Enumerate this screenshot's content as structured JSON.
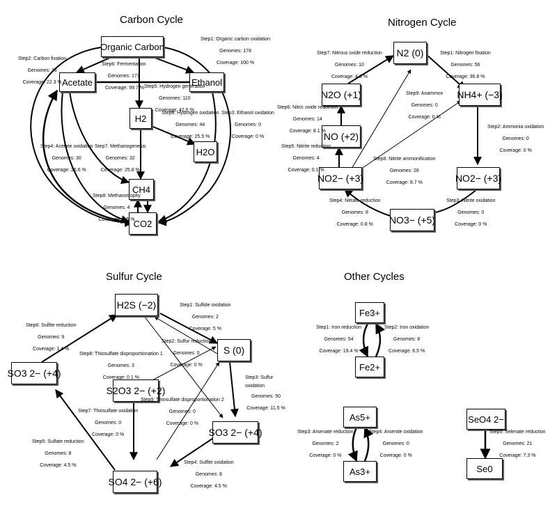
{
  "titles": {
    "carbon": "Carbon Cycle",
    "nitrogen": "Nitrogen Cycle",
    "sulfur": "Sulfur Cycle",
    "other": "Other Cycles"
  },
  "nodes": {
    "organic_carbon": "Organic Carbon",
    "acetate": "Acetate",
    "ethanol": "Ethanol",
    "h2": "H2",
    "h2o": "H2O",
    "ch4": "CH4",
    "co2": "CO2",
    "n2": "N2 (0)",
    "n2o": "N2O (+1)",
    "nh4": "NH4+ (−3)",
    "no": "NO (+2)",
    "no2_left": "NO2− (+3)",
    "no2_right": "NO2− (+3)",
    "no3": "NO3− (+5)",
    "h2s": "H2S (−2)",
    "s0": "S (0)",
    "so3_left": "SO3 2− (+4)",
    "s2o3": "S2O3 2− (+2)",
    "so3_right": "SO3 2− (+4)",
    "so4": "SO4 2− (+6)",
    "fe3": "Fe3+",
    "fe2": "Fe2+",
    "as5": "As5+",
    "as3": "As3+",
    "seo4": "SeO4 2−",
    "se0": "Se0"
  },
  "steps": {
    "c1": {
      "step": "Step1: Organic carbon oxidation",
      "genomes": "Genomes: 178",
      "coverage": "Coverage: 100 %"
    },
    "c2": {
      "step": "Step2: Carbon fixation",
      "genomes": "Genomes: 33",
      "coverage": "Coverage: 22.3 %"
    },
    "c6": {
      "step": "Step6: Fermentation",
      "genomes": "Genomes: 173",
      "coverage": "Coverage: 99.7 %"
    },
    "c5": {
      "step": "Step5: Hydrogen generation",
      "genomes": "Genomes: 110",
      "coverage": "Coverage: 42.5 %"
    },
    "c9": {
      "step": "Step9: Hydrogen oxidation",
      "genomes": "Genomes: 44",
      "coverage": "Coverage: 25.5 %"
    },
    "c3": {
      "step": "Step3: Ethanol oxidation",
      "genomes": "Genomes: 0",
      "coverage": "Coverage: 0 %"
    },
    "c4": {
      "step": "Step4: Acetate oxidation",
      "genomes": "Genomes: 30",
      "coverage": "Coverage: 26.6 %"
    },
    "c7": {
      "step": "Step7: Methanogenesis",
      "genomes": "Genomes: 32",
      "coverage": "Coverage: 25.8 %"
    },
    "c8": {
      "step": "Step8: Methanotrophy",
      "genomes": "Genomes: 4",
      "coverage": "Coverage: 0.5 %"
    },
    "n7": {
      "step": "Step7: Nitrous oxide reduction",
      "genomes": "Genomes: 10",
      "coverage": "Coverage: 4.3 %"
    },
    "n1": {
      "step": "Step1: Nitrogen fixation",
      "genomes": "Genomes: 56",
      "coverage": "Coverage: 36.8 %"
    },
    "n9": {
      "step": "Step9: Anammox",
      "genomes": "Genomes: 0",
      "coverage": "Coverage: 0 %"
    },
    "n6": {
      "step": "Step6: Nitric oxide reduction",
      "genomes": "Genomes: 14",
      "coverage": "Coverage: 8.1 %"
    },
    "n2": {
      "step": "Step2: Ammonia oxidation",
      "genomes": "Genomes: 0",
      "coverage": "Coverage: 0 %"
    },
    "n5": {
      "step": "Step5: Nitrite reduction",
      "genomes": "Genomes: 4",
      "coverage": "Coverage: 0.1 %"
    },
    "n8": {
      "step": "Step8: Nitrite ammonification",
      "genomes": "Genomes: 26",
      "coverage": "Coverage: 8.7 %"
    },
    "n4": {
      "step": "Step4: Nitrate reduction",
      "genomes": "Genomes: 8",
      "coverage": "Coverage: 0.8 %"
    },
    "n3": {
      "step": "Step3: Nitrite oxidation",
      "genomes": "Genomes: 0",
      "coverage": "Coverage: 0 %"
    },
    "s1": {
      "step": "Step1: Sulfide oxidation",
      "genomes": "Genomes: 2",
      "coverage": "Coverage: 5 %"
    },
    "s6": {
      "step": "Step6: Sulfite reduction",
      "genomes": "Genomes: 9",
      "coverage": "Coverage: 1.4 %"
    },
    "s2": {
      "step": "Step2: Sulfur reduction",
      "genomes": "Genomes: 0",
      "coverage": "Coverage: 0 %"
    },
    "s8": {
      "step": "Step8: Thiosulfate disproportionation 1",
      "genomes": "Genomes: 3",
      "coverage": "Coverage: 0.1 %"
    },
    "s3": {
      "step": "Step3: Sulfur oxidation",
      "genomes": "Genomes: 50",
      "coverage": "Coverage: 11.5 %"
    },
    "s9": {
      "step": "Step9: Thiosulfate disproportionation 2",
      "genomes": "Genomes: 0",
      "coverage": "Coverage: 0 %"
    },
    "s7": {
      "step": "Step7: Thiosulfate oxidation",
      "genomes": "Genomes: 0",
      "coverage": "Coverage: 0 %"
    },
    "s5": {
      "step": "Step5: Sulfate reduction",
      "genomes": "Genomes: 8",
      "coverage": "Coverage: 4.5 %"
    },
    "s4": {
      "step": "Step4: Sulfite oxidation",
      "genomes": "Genomes: 8",
      "coverage": "Coverage: 4.5 %"
    },
    "o1": {
      "step": "Step1: Iron reduction",
      "genomes": "Genomes: 54",
      "coverage": "Coverage: 19.4 %"
    },
    "o2": {
      "step": "Step2: Iron oxidation",
      "genomes": "Genomes: 8",
      "coverage": "Coverage: 6.5 %"
    },
    "o3": {
      "step": "Step3: Arsenate reduction",
      "genomes": "Genomes: 2",
      "coverage": "Coverage: 0 %"
    },
    "o4": {
      "step": "Step4: Arsenite oxidation",
      "genomes": "Genomes: 0",
      "coverage": "Coverage: 0 %"
    },
    "o5": {
      "step": "Step5: Selenate reduction",
      "genomes": "Genomes: 21",
      "coverage": "Coverage: 7.3 %"
    }
  }
}
